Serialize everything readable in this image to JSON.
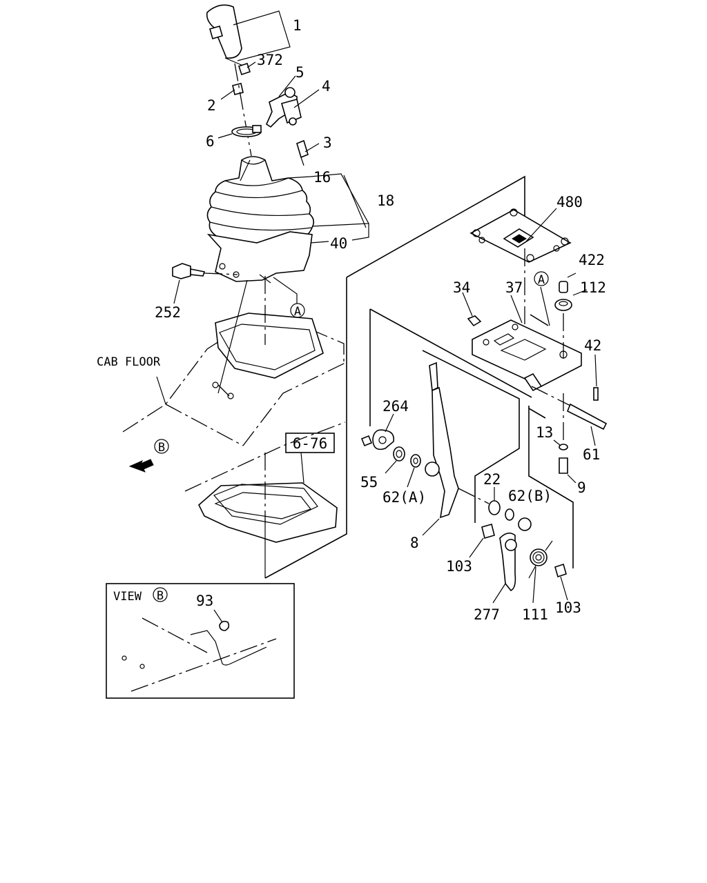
{
  "diagram": {
    "cab_floor_label": "CAB FLOOR",
    "view_box_title": "VIEW",
    "view_ref": "B",
    "ref_box": "6-76",
    "marker_a": "A",
    "marker_b": "B",
    "labels": {
      "p1": "1",
      "p372": "372",
      "p5": "5",
      "p4": "4",
      "p2": "2",
      "p6": "6",
      "p3": "3",
      "p16": "16",
      "p18": "18",
      "p40": "40",
      "p252": "252",
      "p480": "480",
      "p422": "422",
      "p34": "34",
      "p37": "37",
      "p112": "112",
      "p42": "42",
      "p264": "264",
      "p13": "13",
      "p61": "61",
      "p9": "9",
      "p55": "55",
      "p62a": "62(A)",
      "p22": "22",
      "p62b": "62(B)",
      "p8": "8",
      "p103a": "103",
      "p277": "277",
      "p111": "111",
      "p103b": "103",
      "p93": "93"
    }
  }
}
